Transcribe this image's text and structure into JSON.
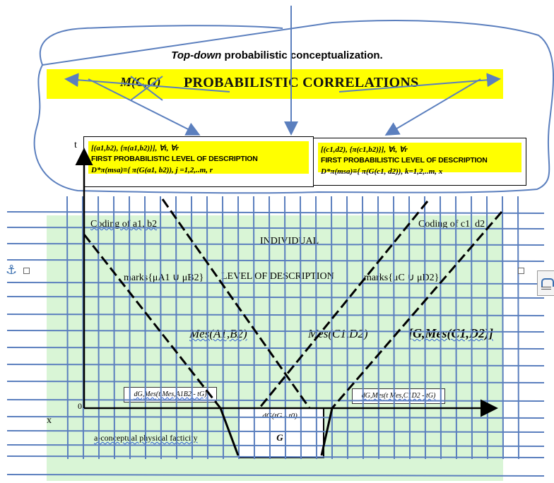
{
  "title": {
    "emph": "Top-down",
    "rest": " probabilistic conceptualization."
  },
  "banner": {
    "mark": "M(C,G)",
    "text": "PROBABILISTIC CORRELATIONS"
  },
  "box_left": {
    "line1": "[(a1,b2), {π(a1,b2)}],  ∀t, ∀r",
    "line2": "FIRST PROBABILISTIC LEVEL OF DESCRIPTION",
    "line3": "D*π(msa)≡{ π(G(a1, b2)),  j =1,2,..m,   r"
  },
  "box_right": {
    "line1": "[(c1,d2), {π(c1,b2)}],  ∀t, ∀r",
    "line2": "FIRST PROBABILISTIC LEVEL OF DESCRIPTION",
    "line3": "D*π(msa)≡{ π(G(c1, d2)),  k=1,2,..m,   x"
  },
  "axes": {
    "t_label": "t",
    "x_label": "x",
    "origin_label": "0"
  },
  "diagram": {
    "coding_left": "Coding of a1, b2",
    "coding_right": "Coding of c1, d2",
    "individual": "INDIVIDUAL",
    "level": "LEVEL OF DESCRIPTION",
    "marks_left": "marks{μA1 ∪ μB2}",
    "marks_right": "marks{μC ∪ μD2}",
    "mes_left": "Mes(A1,B2)",
    "mes_mid": "Mes(C1,D2)",
    "mes_right": "[G,Mes(C1,D2)]",
    "d_left": "dG,Mes(t Mes,A1B2 - tG)",
    "d_right": "dG,Mes(t Mes,C1D2 - tG)",
    "g_top": "dG(tG - t0)",
    "g_mark": "G",
    "conceptual": "a-conceptual physical facticity"
  },
  "colors": {
    "yellow": "#ffff00",
    "green": "#d9f5d6",
    "blue_lines": "#5b7fbe"
  },
  "icons": [
    "anchor-icon",
    "layout-options-icon"
  ]
}
